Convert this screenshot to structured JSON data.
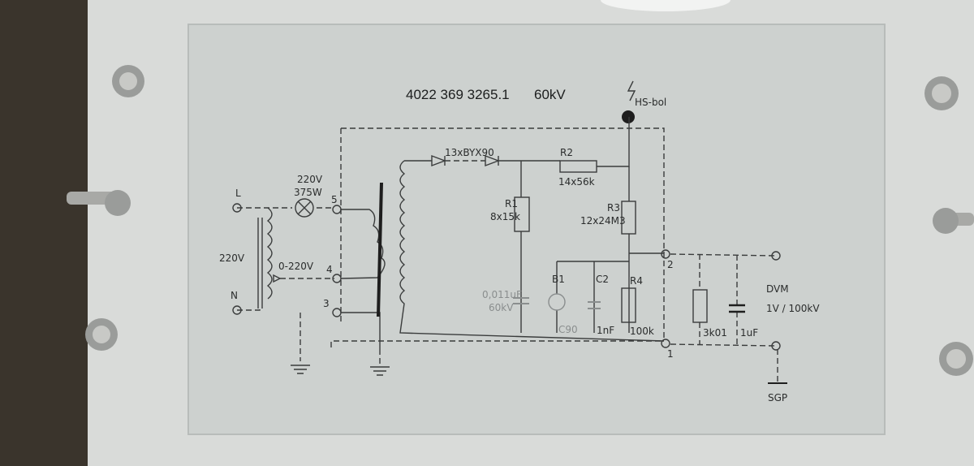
{
  "title": {
    "part_number": "4022 369 3265.1",
    "voltage": "60kV"
  },
  "hv_terminal": "HS-bol",
  "input": {
    "line": "L",
    "neutral": "N",
    "mains": "220V",
    "variac": "0-220V",
    "lamp_voltage": "220V",
    "lamp_power": "375W"
  },
  "terminals": [
    "5",
    "4",
    "3",
    "2",
    "1"
  ],
  "components": {
    "diodes": "13xBYX90",
    "r1_name": "R1",
    "r1_value": "8x15k",
    "r2_name": "R2",
    "r2_value": "14x56k",
    "r3_name": "R3",
    "r3_value": "12x24M3",
    "r4_name": "R4",
    "r4_value": "100k",
    "c1_value": "0,011uF",
    "c1_voltage": "60kV",
    "b1_name": "B1",
    "b1_value": "C90",
    "c2_name": "C2",
    "c2_value": "1nF",
    "r_meter": "3k01",
    "c_meter": "1uF"
  },
  "meter": {
    "label": "DVM",
    "scale": "1V / 100kV"
  },
  "ground_label": "SGP",
  "colors": {
    "plate": "#d9dbd9",
    "label": "#cdd1cf",
    "background": "#3a342c"
  }
}
